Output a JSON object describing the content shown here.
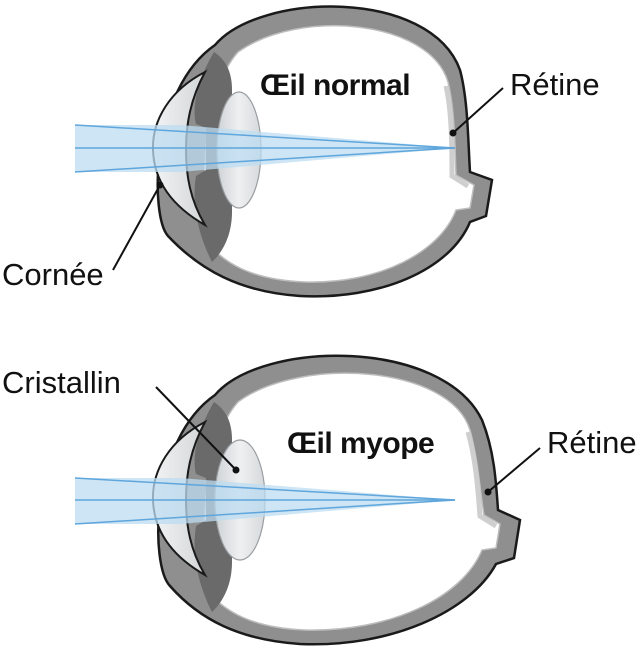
{
  "colors": {
    "outline": "#1a1a1a",
    "sclera": "#8c8c8c",
    "sclera_light": "#c9c9c9",
    "lens_fill": "#e3e6e8",
    "iris": "#5a5a5a",
    "beam_fill": "#cfe6f5",
    "beam_line": "#6aaee0",
    "background": "#ffffff"
  },
  "eye_normal": {
    "title": "Œil normal",
    "retina_label": "Rétine",
    "cornea_label": "Cornée"
  },
  "eye_myope": {
    "title": "Œil myope",
    "retina_label": "Rétine",
    "lens_label": "Cristallin"
  }
}
